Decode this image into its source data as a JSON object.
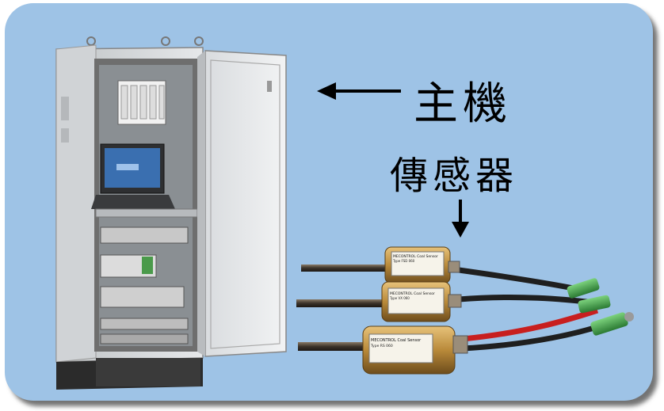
{
  "labels": {
    "host": "主機",
    "sensor": "傳感器"
  },
  "sensors": [
    {
      "brand": "MECONTROL Coal Sensor",
      "type": "Type  FSD 060"
    },
    {
      "brand": "MECONTROL Coal Sensor",
      "type": "Type  VX 060"
    },
    {
      "brand": "MECONTROL Coal Sensor",
      "type": "Type  RS 060"
    }
  ],
  "colors": {
    "panel_bg": "#9ec3e6",
    "connector_green": "#3fa650",
    "cable_red": "#d21e1e"
  }
}
